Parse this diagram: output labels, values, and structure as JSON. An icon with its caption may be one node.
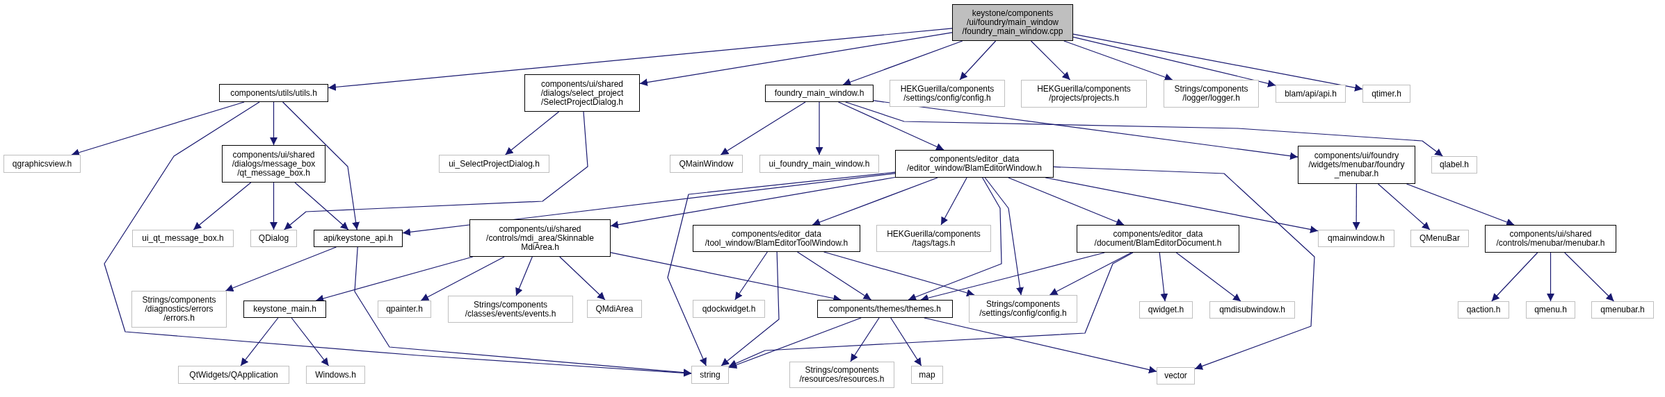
{
  "diagram": {
    "nodes": [
      {
        "text": [
          "keystone/components /ui/foundry/main_window /foundry_main_window.cpp"
        ]
      },
      {
        "text": [
          "components/utils/utils.h"
        ]
      },
      {
        "text": [
          "components/ui/shared /dialogs/select_project /SelectProjectDialog.h"
        ]
      },
      {
        "text": [
          "foundry_main_window.h"
        ]
      },
      {
        "text": [
          "HEKGuerilla/components /settings/config/config.h"
        ]
      },
      {
        "text": [
          "HEKGuerilla/components /projects/projects.h"
        ]
      },
      {
        "text": [
          "Strings/components /logger/logger.h"
        ]
      },
      {
        "text": [
          "blam/api/api.h"
        ]
      },
      {
        "text": [
          "qtimer.h"
        ]
      },
      {
        "text": [
          "qgraphicsview.h"
        ]
      },
      {
        "text": [
          "components/ui/shared /dialogs/message_box /qt_message_box.h"
        ]
      },
      {
        "text": [
          "ui_SelectProjectDialog.h"
        ]
      },
      {
        "text": [
          "QMainWindow"
        ]
      },
      {
        "text": [
          "ui_foundry_main_window.h"
        ]
      },
      {
        "text": [
          "components/editor_data /editor_window/BlamEditorWindow.h"
        ]
      },
      {
        "text": [
          "components/ui/foundry /widgets/menubar/foundry _menubar.h"
        ]
      },
      {
        "text": [
          "qlabel.h"
        ]
      },
      {
        "text": [
          "ui_qt_message_box.h"
        ]
      },
      {
        "text": [
          "QDialog"
        ]
      },
      {
        "text": [
          "api/keystone_api.h"
        ]
      },
      {
        "text": [
          "components/ui/shared /controls/mdi_area/Skinnable MdiArea.h"
        ]
      },
      {
        "text": [
          "components/editor_data /tool_window/BlamEditorToolWindow.h"
        ]
      },
      {
        "text": [
          "HEKGuerilla/components /tags/tags.h"
        ]
      },
      {
        "text": [
          "components/editor_data /document/BlamEditorDocument.h"
        ]
      },
      {
        "text": [
          "qmainwindow.h"
        ]
      },
      {
        "text": [
          "QMenuBar"
        ]
      },
      {
        "text": [
          "components/ui/shared /controls/menubar/menubar.h"
        ]
      },
      {
        "text": [
          "Strings/components /diagnostics/errors /errors.h"
        ]
      },
      {
        "text": [
          "keystone_main.h"
        ]
      },
      {
        "text": [
          "qpainter.h"
        ]
      },
      {
        "text": [
          "Strings/components /classes/events/events.h"
        ]
      },
      {
        "text": [
          "QMdiArea"
        ]
      },
      {
        "text": [
          "qdockwidget.h"
        ]
      },
      {
        "text": [
          "components/themes/themes.h"
        ]
      },
      {
        "text": [
          "Strings/components /settings/config/config.h"
        ]
      },
      {
        "text": [
          "qwidget.h"
        ]
      },
      {
        "text": [
          "qmdisubwindow.h"
        ]
      },
      {
        "text": [
          "qaction.h"
        ]
      },
      {
        "text": [
          "qmenu.h"
        ]
      },
      {
        "text": [
          "qmenubar.h"
        ]
      },
      {
        "text": [
          "QtWidgets/QApplication"
        ]
      },
      {
        "text": [
          "Windows.h"
        ]
      },
      {
        "text": [
          "string"
        ]
      },
      {
        "text": [
          "Strings/components /resources/resources.h"
        ]
      },
      {
        "text": [
          "map"
        ]
      },
      {
        "text": [
          "vector"
        ]
      }
    ],
    "edges": [
      {
        "from": 0,
        "to": 1,
        "arrow": "to"
      },
      {
        "from": 0,
        "to": 2,
        "arrow": "to"
      },
      {
        "from": 0,
        "to": 3,
        "arrow": "to"
      },
      {
        "from": 0,
        "to": 4,
        "arrow": "to"
      },
      {
        "from": 0,
        "to": 5,
        "arrow": "to"
      },
      {
        "from": 0,
        "to": 6,
        "arrow": "to"
      },
      {
        "from": 0,
        "to": 7,
        "arrow": "to"
      },
      {
        "from": 0,
        "to": 8,
        "arrow": "to"
      },
      {
        "from": 1,
        "to": 9,
        "arrow": "to"
      },
      {
        "from": 1,
        "to": 10,
        "arrow": "to"
      },
      {
        "from": 1,
        "to": 19,
        "arrow": "to"
      },
      {
        "from": 1,
        "to": 42,
        "arrow": "to"
      },
      {
        "from": 2,
        "to": 11,
        "arrow": "to"
      },
      {
        "from": 2,
        "to": 18,
        "arrow": "to"
      },
      {
        "from": 3,
        "to": 12,
        "arrow": "to"
      },
      {
        "from": 3,
        "to": 13,
        "arrow": "to"
      },
      {
        "from": 3,
        "to": 14,
        "arrow": "to"
      },
      {
        "from": 3,
        "to": 15,
        "arrow": "to"
      },
      {
        "from": 3,
        "to": 16,
        "arrow": "to"
      },
      {
        "from": 10,
        "to": 17,
        "arrow": "to"
      },
      {
        "from": 10,
        "to": 18,
        "arrow": "to"
      },
      {
        "from": 10,
        "to": 19,
        "arrow": "to"
      },
      {
        "from": 14,
        "to": 19,
        "arrow": "to"
      },
      {
        "from": 14,
        "to": 20,
        "arrow": "to"
      },
      {
        "from": 14,
        "to": 21,
        "arrow": "to"
      },
      {
        "from": 14,
        "to": 22,
        "arrow": "to"
      },
      {
        "from": 14,
        "to": 33,
        "arrow": "to"
      },
      {
        "from": 14,
        "to": 34,
        "arrow": "to"
      },
      {
        "from": 14,
        "to": 23,
        "arrow": "to"
      },
      {
        "from": 14,
        "to": 24,
        "arrow": "to"
      },
      {
        "from": 14,
        "to": 45,
        "arrow": "to"
      },
      {
        "from": 14,
        "to": 42,
        "arrow": "to"
      },
      {
        "from": 19,
        "to": 27,
        "arrow": "to"
      },
      {
        "from": 19,
        "to": 42,
        "arrow": "to"
      },
      {
        "from": 20,
        "to": 28,
        "arrow": "to"
      },
      {
        "from": 20,
        "to": 29,
        "arrow": "to"
      },
      {
        "from": 20,
        "to": 30,
        "arrow": "to"
      },
      {
        "from": 20,
        "to": 31,
        "arrow": "to"
      },
      {
        "from": 20,
        "to": 33,
        "arrow": "to"
      },
      {
        "from": 21,
        "to": 32,
        "arrow": "to"
      },
      {
        "from": 21,
        "to": 42,
        "arrow": "to"
      },
      {
        "from": 21,
        "to": 33,
        "arrow": "to"
      },
      {
        "from": 21,
        "to": 34,
        "arrow": "to"
      },
      {
        "from": 23,
        "to": 33,
        "arrow": "to"
      },
      {
        "from": 23,
        "to": 34,
        "arrow": "to"
      },
      {
        "from": 23,
        "to": 42,
        "arrow": "to"
      },
      {
        "from": 23,
        "to": 35,
        "arrow": "to"
      },
      {
        "from": 23,
        "to": 36,
        "arrow": "to"
      },
      {
        "from": 15,
        "to": 24,
        "arrow": "to"
      },
      {
        "from": 15,
        "to": 25,
        "arrow": "to"
      },
      {
        "from": 15,
        "to": 26,
        "arrow": "to"
      },
      {
        "from": 26,
        "to": 37,
        "arrow": "to"
      },
      {
        "from": 26,
        "to": 38,
        "arrow": "to"
      },
      {
        "from": 26,
        "to": 39,
        "arrow": "to"
      },
      {
        "from": 28,
        "to": 40,
        "arrow": "to"
      },
      {
        "from": 28,
        "to": 41,
        "arrow": "to"
      },
      {
        "from": 33,
        "to": 42,
        "arrow": "to"
      },
      {
        "from": 33,
        "to": 43,
        "arrow": "to"
      },
      {
        "from": 33,
        "to": 44,
        "arrow": "to"
      },
      {
        "from": 33,
        "to": 45,
        "arrow": "to"
      }
    ]
  }
}
